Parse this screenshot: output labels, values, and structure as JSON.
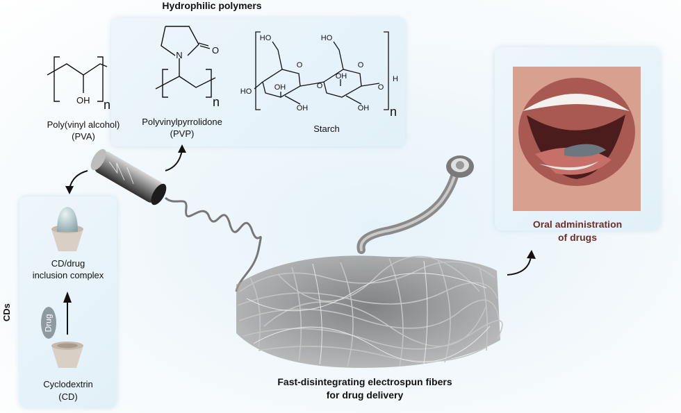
{
  "polymers": {
    "title": "Hydrophilic polymers",
    "pva": {
      "name": "Poly(vinyl alcohol)",
      "abbr": "(PVA)",
      "oh": "OH",
      "n": "n"
    },
    "pvp": {
      "name": "Polyvinylpyrrolidone",
      "abbr": "(PVP)",
      "n_atom": "N",
      "o_atom": "O",
      "n": "n"
    },
    "starch": {
      "name": "Starch",
      "ho": "HO",
      "oh": "OH",
      "o": "O",
      "h": "H",
      "n": "n"
    }
  },
  "cds": {
    "side_label": "CDs",
    "complex_label_1": "CD/drug",
    "complex_label_2": "inclusion complex",
    "drug_label": "Drug",
    "cyclodextrin_label_1": "Cyclodextrin",
    "cyclodextrin_label_2": "(CD)"
  },
  "fibers": {
    "caption_1": "Fast-disintegrating electrospun fibers",
    "caption_2": "for drug delivery"
  },
  "oral": {
    "caption_1": "Oral administration",
    "caption_2": "of drugs"
  },
  "colors": {
    "oral_caption": "#6b2f2a",
    "panel": "#e4f1f9",
    "fiber": "#8d8d8d"
  }
}
